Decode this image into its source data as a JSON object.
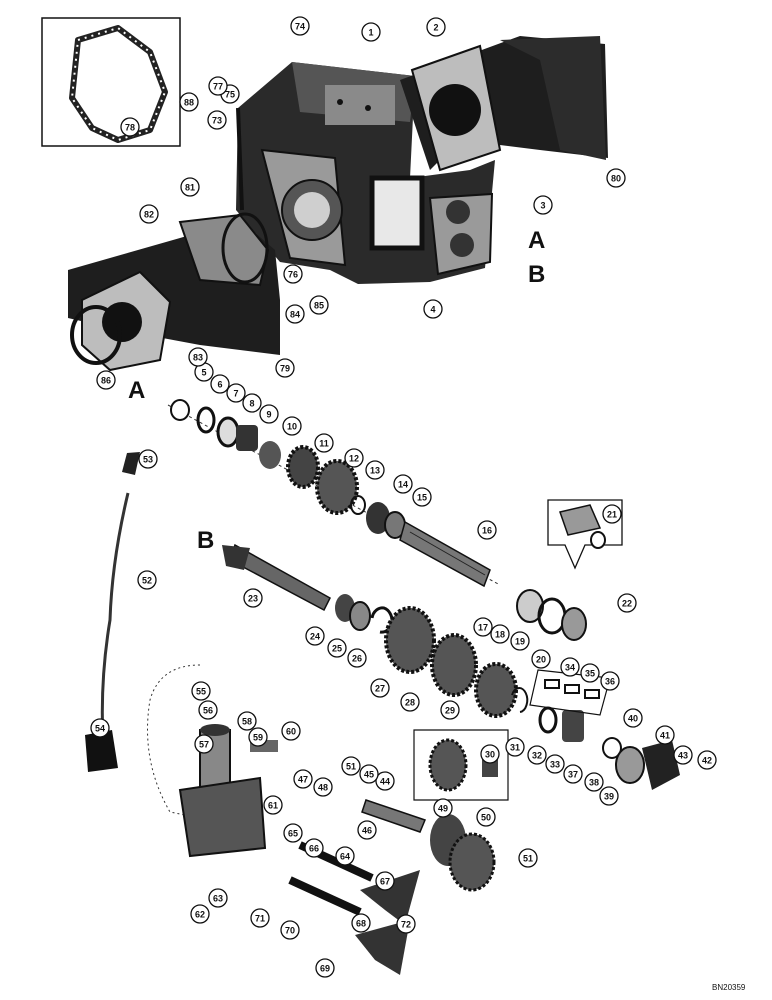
{
  "document_id": "BN20359",
  "section_letters": {
    "a_right": "A",
    "b_right": "B",
    "a_left": "A",
    "b_left": "B"
  },
  "callouts": [
    "1",
    "2",
    "3",
    "4",
    "5",
    "6",
    "7",
    "8",
    "9",
    "10",
    "11",
    "12",
    "13",
    "14",
    "15",
    "16",
    "17",
    "18",
    "19",
    "20",
    "21",
    "22",
    "23",
    "24",
    "25",
    "26",
    "27",
    "28",
    "29",
    "30",
    "31",
    "32",
    "33",
    "34",
    "35",
    "36",
    "37",
    "38",
    "39",
    "40",
    "41",
    "42",
    "43",
    "44",
    "45",
    "46",
    "47",
    "48",
    "49",
    "50",
    "51",
    "51",
    "52",
    "53",
    "54",
    "55",
    "56",
    "57",
    "58",
    "59",
    "60",
    "61",
    "62",
    "63",
    "64",
    "65",
    "66",
    "67",
    "68",
    "69",
    "70",
    "71",
    "72",
    "73",
    "74",
    "75",
    "76",
    "77",
    "78",
    "79",
    "80",
    "81",
    "82",
    "83",
    "84",
    "85",
    "86",
    "88"
  ]
}
